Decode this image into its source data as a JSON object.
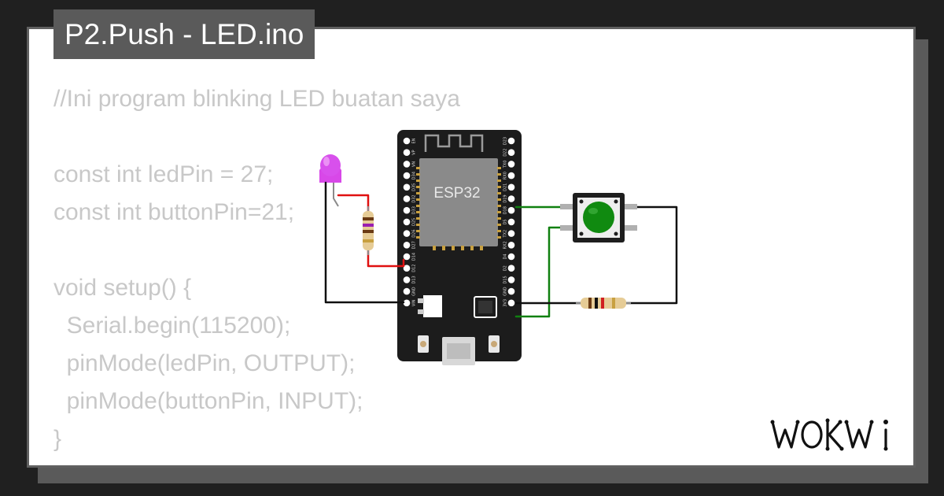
{
  "title": "P2.Push - LED.ino",
  "code_lines": [
    "//Ini program blinking LED buatan saya",
    "",
    "const int ledPin = 27;",
    "const int buttonPin=21;",
    "",
    "void setup() {",
    "  Serial.begin(115200);",
    "  pinMode(ledPin, OUTPUT);",
    "  pinMode(buttonPin, INPUT);",
    "}"
  ],
  "board": {
    "label": "ESP32",
    "pins_left": [
      "EN",
      "VP",
      "VN",
      "D34",
      "D35",
      "D32",
      "D33",
      "D25",
      "D26",
      "D27",
      "D14",
      "D12",
      "D13",
      "GND",
      "VIN"
    ],
    "pins_right": [
      "D23",
      "D22",
      "TX0",
      "RX0",
      "D21",
      "D19",
      "D18",
      "D5",
      "TX2",
      "RX2",
      "D4",
      "D2",
      "D15",
      "GND",
      "3V3"
    ]
  },
  "logo_text": "WOKWi",
  "colors": {
    "background": "#202020",
    "card": "#ffffff",
    "title_bg": "#5a5a5a",
    "code_text": "#c8c8c8",
    "wire_red": "#e01010",
    "wire_green": "#108010",
    "wire_black": "#101010",
    "led": "#d040e0",
    "button_cap": "#108a10"
  },
  "icons": [
    "led-icon",
    "resistor-icon",
    "pushbutton-icon",
    "esp32-board-icon",
    "usb-port-icon",
    "wokwi-logo-icon"
  ]
}
